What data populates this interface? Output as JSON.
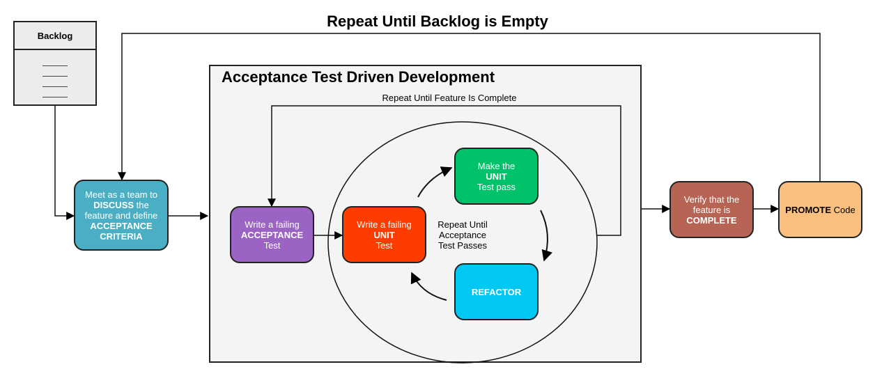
{
  "title": "Repeat Until Backlog is Empty",
  "frame_title": "Acceptance Test Driven Development",
  "inner_loop_label": "Repeat Until Feature Is Complete",
  "cycle_label": [
    "Repeat Until",
    "Acceptance",
    "Test Passes"
  ],
  "backlog": {
    "label": "Backlog"
  },
  "colors": {
    "discuss": "#4aafc4",
    "acceptance": "#9b63c4",
    "unit": "#ff3c00",
    "make_pass": "#00c26b",
    "refactor": "#00c8f2",
    "complete": "#b86455",
    "promote": "#fbbf80"
  },
  "boxes": {
    "discuss": {
      "l1": "Meet as a team to",
      "l2b": "DISCUSS",
      "l2": " the",
      "l3": "feature and define",
      "l4b": "ACCEPTANCE",
      "l5b": "CRITERIA"
    },
    "acceptance": {
      "l1": "Write a failing",
      "l2b": "ACCEPTANCE",
      "l3": "Test"
    },
    "unit": {
      "l1": "Write a failing",
      "l2b": "UNIT",
      "l3": "Test"
    },
    "make_pass": {
      "l1": "Make the",
      "l2b": "UNIT",
      "l3": "Test pass"
    },
    "refactor": {
      "l1b": "REFACTOR"
    },
    "complete": {
      "l1": "Verify that the",
      "l2": "feature is",
      "l3b": "COMPLETE"
    },
    "promote": {
      "l1b": "PROMOTE",
      "l1": " Code"
    }
  }
}
